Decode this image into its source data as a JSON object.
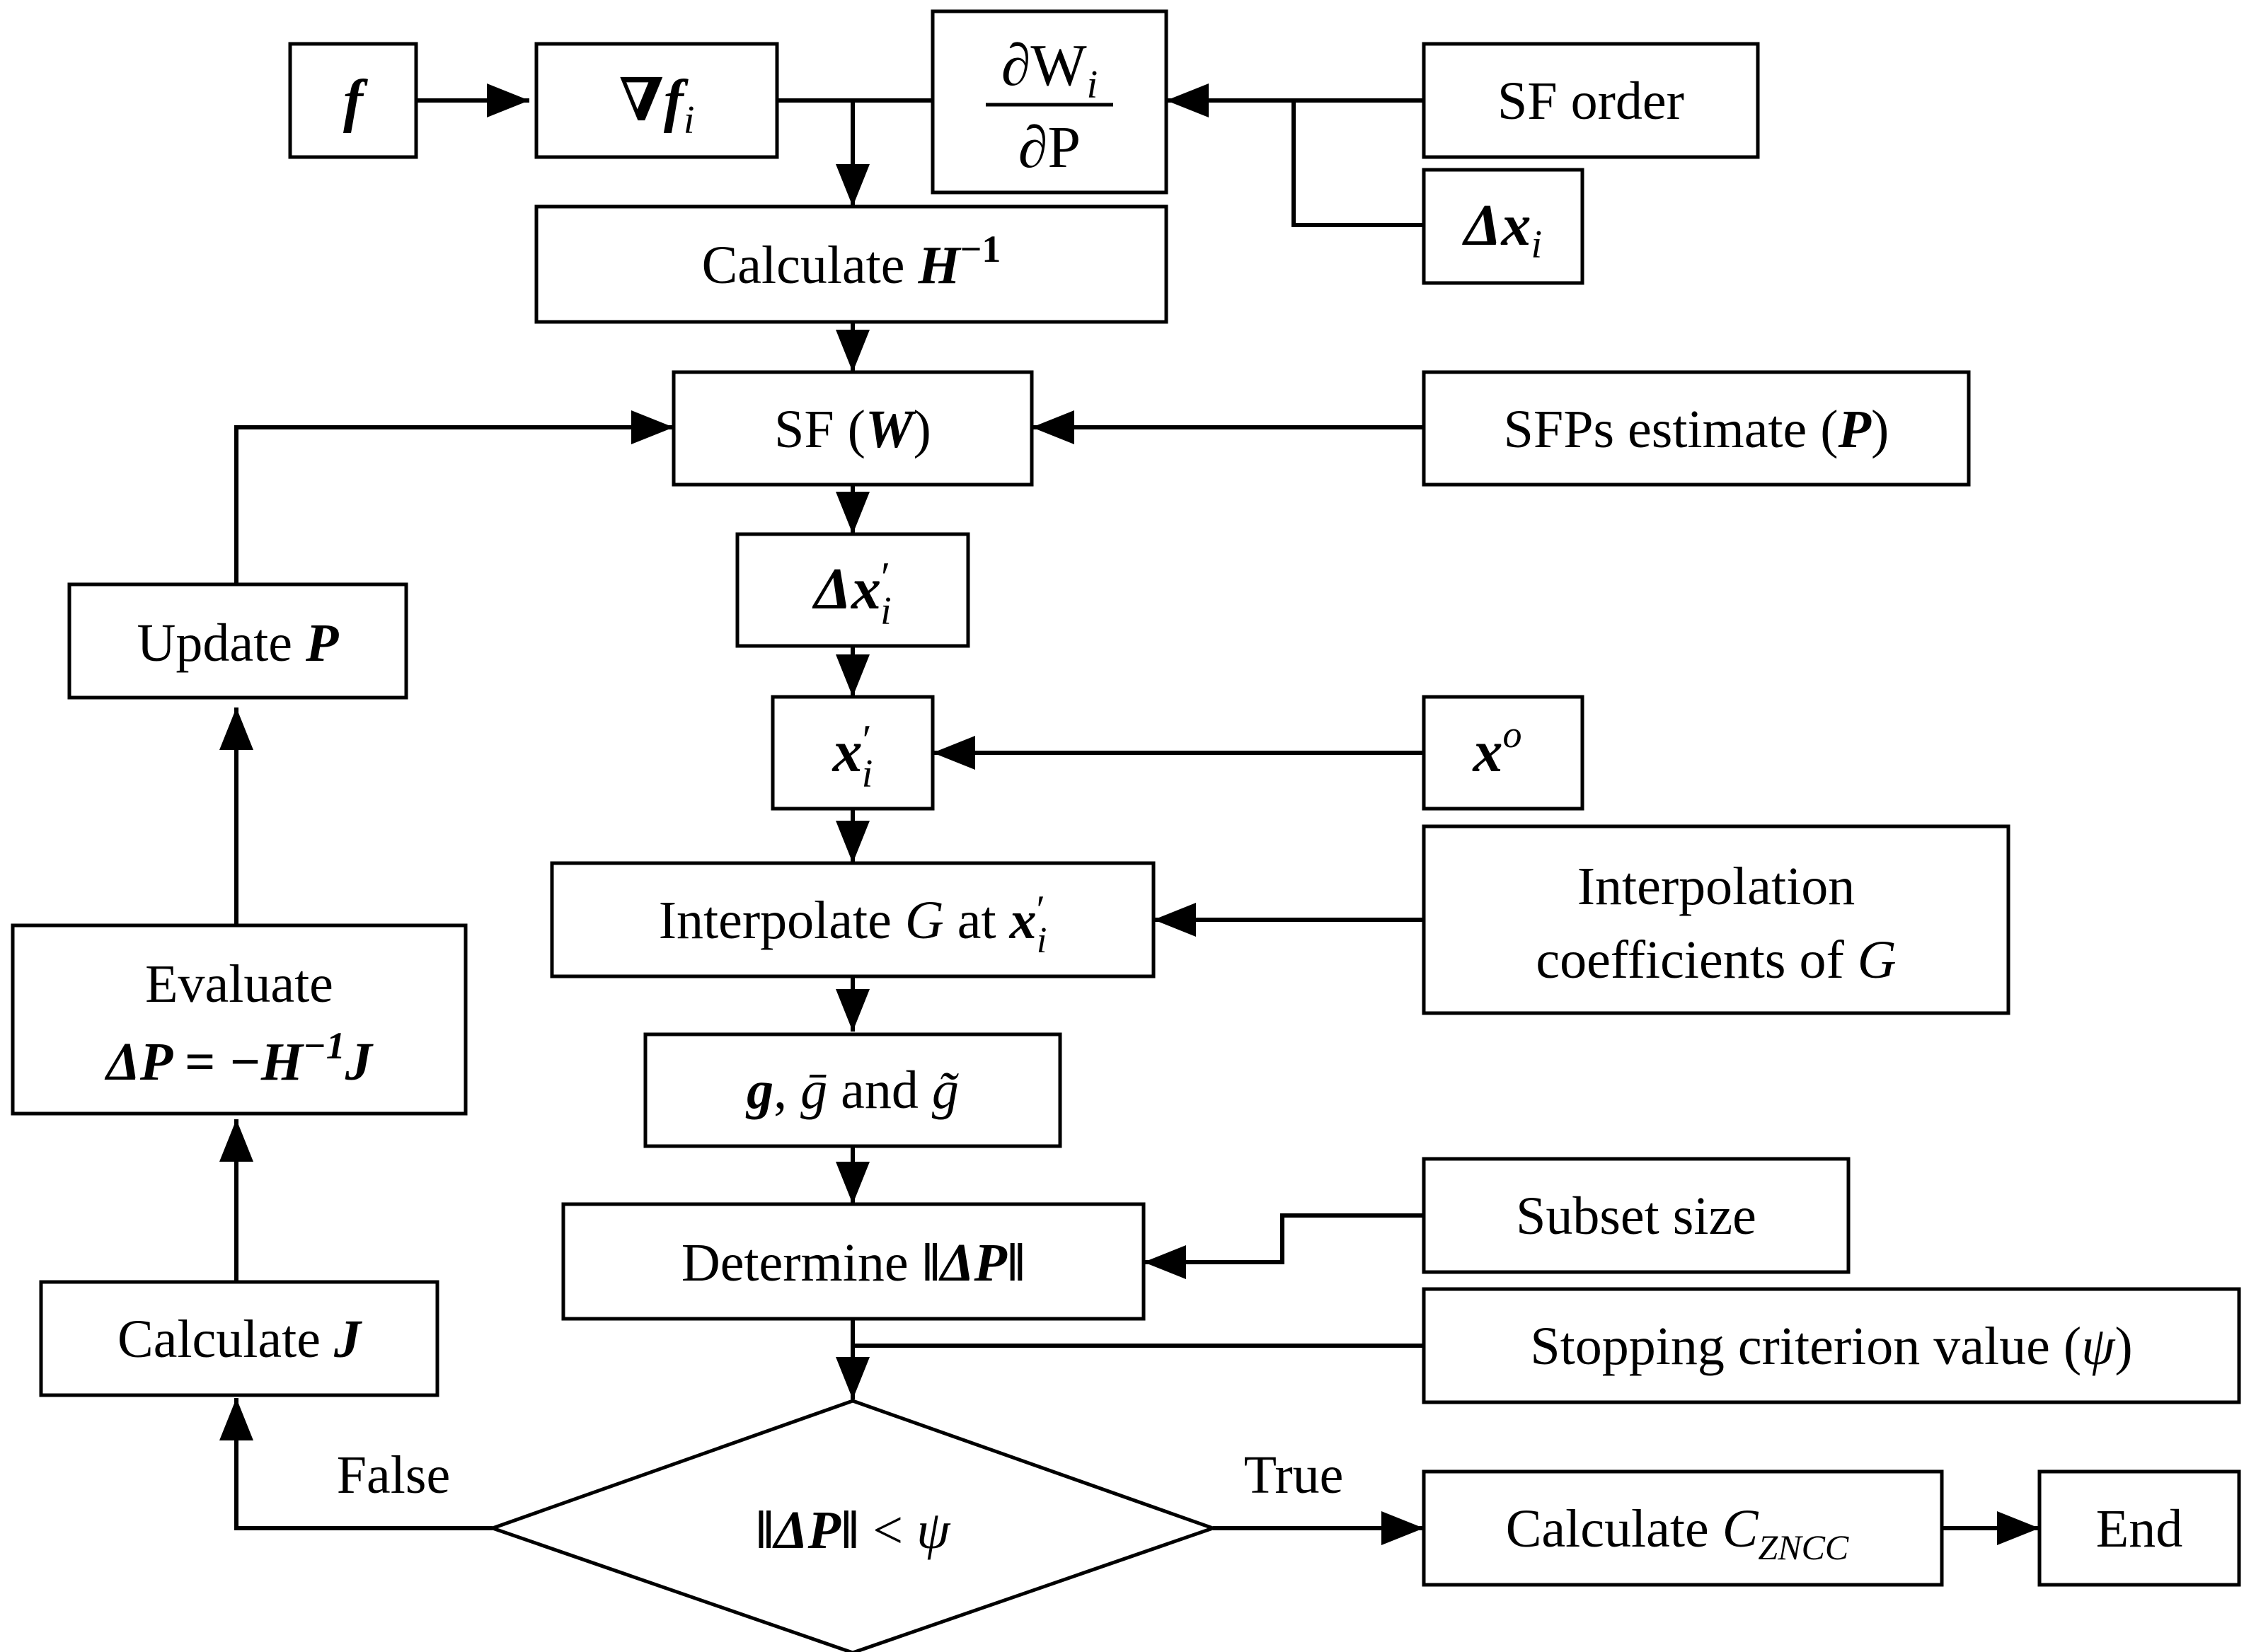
{
  "diagram": {
    "nodes": {
      "f": {
        "label": "f"
      },
      "grad_f": {
        "label": "∇f",
        "sub": "i"
      },
      "dW_dP": {
        "numerator": "∂W",
        "num_sub": "i",
        "denominator": "∂P"
      },
      "sf_order": {
        "label": "SF order"
      },
      "delta_x": {
        "label": "Δx",
        "sub": "i"
      },
      "calc_H": {
        "label": "Calculate ",
        "math": "H",
        "sup": "−1"
      },
      "sf_W": {
        "pre": "SF (",
        "math": "W",
        "post": ")"
      },
      "sfp_estimate": {
        "pre": "SFPs estimate (",
        "math": "P",
        "post": ")"
      },
      "update_P": {
        "pre": "Update ",
        "math": "P"
      },
      "delta_x_prime": {
        "label": "Δx",
        "prime": "′",
        "sub": "i"
      },
      "x_prime": {
        "label": "x",
        "prime": "′",
        "sub": "i"
      },
      "x_o": {
        "label": "x",
        "sup": "o"
      },
      "interpolate": {
        "pre": "Interpolate ",
        "var": "G",
        "mid": " at ",
        "math": "x",
        "prime": "′",
        "sub": "i"
      },
      "interp_coeff": {
        "line1": "Interpolation",
        "line2_pre": "coefficients of ",
        "line2_var": "G"
      },
      "evaluate": {
        "line1": "Evaluate",
        "line2": "ΔP = −H",
        "line2_sup": "−1",
        "line2_end": "J"
      },
      "g_stats": {
        "g": "g",
        "sep": ", ",
        "gbar": "ḡ",
        "and": " and ",
        "gtilde": "g̃"
      },
      "determine": {
        "pre": "Determine ",
        "math": "‖ΔP‖"
      },
      "subset_size": {
        "label": "Subset size"
      },
      "calc_J": {
        "pre": "Calculate ",
        "math": "J"
      },
      "stopping": {
        "pre": "Stopping criterion value (",
        "var": "ψ",
        "post": ")"
      },
      "decision": {
        "lhs": "‖ΔP‖",
        "op": " < ",
        "rhs": "ψ"
      },
      "calc_C": {
        "pre": "Calculate ",
        "var": "C",
        "sub": "ZNCC"
      },
      "end": {
        "label": "End"
      }
    },
    "edge_labels": {
      "false": "False",
      "true": "True"
    }
  }
}
